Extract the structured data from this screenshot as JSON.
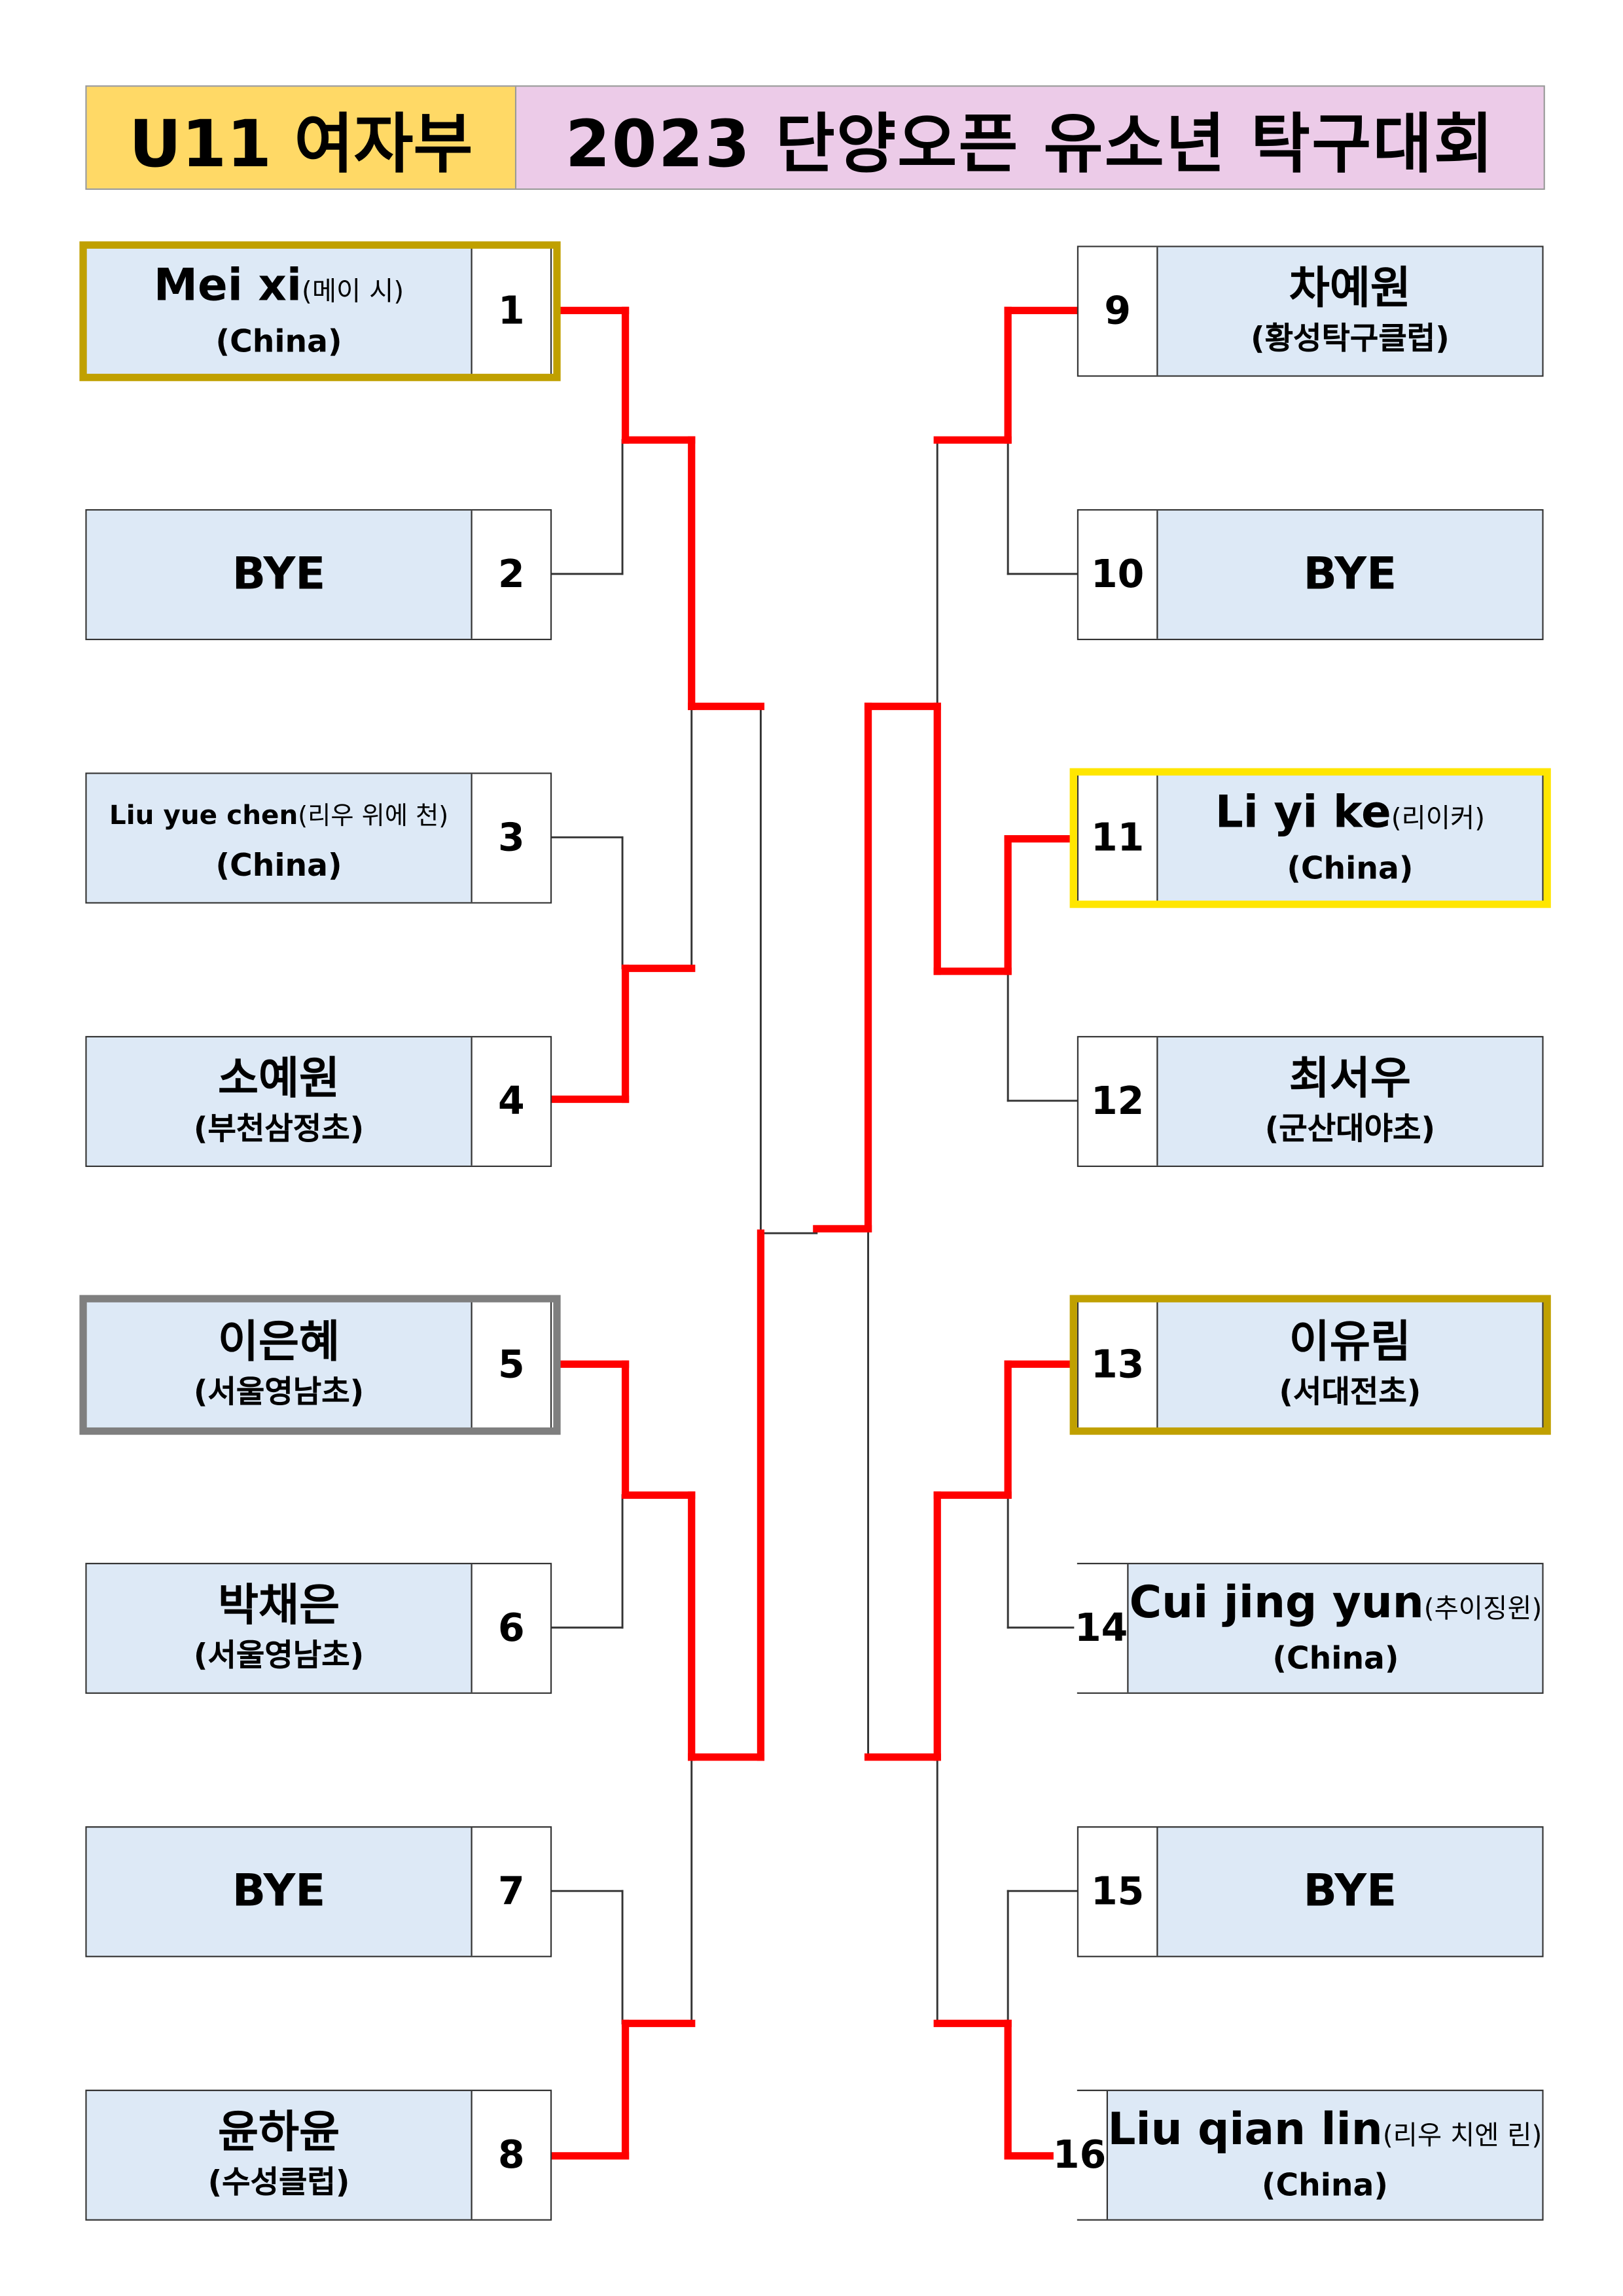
{
  "title": {
    "category": "U11 여자부",
    "event": "2023 단양오픈 유소년 탁구대회"
  },
  "colors": {
    "winner_line": "#ff0000",
    "highlight_gold": "#c0a000",
    "highlight_gray": "#7f7f7f",
    "highlight_yellow": "#ffe600"
  },
  "players": [
    {
      "seed": "1",
      "name": "Mei xi",
      "alt": "(메이 시)",
      "team": "(China)",
      "highlight": "gold"
    },
    {
      "seed": "2",
      "bye": "BYE"
    },
    {
      "seed": "3",
      "name": "Liu yue chen",
      "alt": "(리우 위에 천)",
      "team": "(China)",
      "small": true
    },
    {
      "seed": "4",
      "name": "소예원",
      "team": "(부천삼정초)"
    },
    {
      "seed": "5",
      "name": "이은혜",
      "team": "(서울영남초)",
      "highlight": "gray"
    },
    {
      "seed": "6",
      "name": "박채은",
      "team": "(서울영남초)"
    },
    {
      "seed": "7",
      "bye": "BYE"
    },
    {
      "seed": "8",
      "name": "윤하윤",
      "team": "(수성클럽)"
    },
    {
      "seed": "9",
      "name": "차예원",
      "team": "(황성탁구클럽)"
    },
    {
      "seed": "10",
      "bye": "BYE"
    },
    {
      "seed": "11",
      "name": "Li yi ke",
      "alt": "(리이커)",
      "team": "(China)",
      "highlight": "yellow"
    },
    {
      "seed": "12",
      "name": "최서우",
      "team": "(군산대야초)"
    },
    {
      "seed": "13",
      "name": "이유림",
      "team": "(서대전초)",
      "highlight": "gold"
    },
    {
      "seed": "14",
      "name": "Cui jing yun",
      "alt": "(추이징윈)",
      "team": "(China)"
    },
    {
      "seed": "15",
      "bye": "BYE"
    },
    {
      "seed": "16",
      "name": "Liu qian lin",
      "alt": "(리우 치엔 린)",
      "team": "(China)"
    }
  ]
}
